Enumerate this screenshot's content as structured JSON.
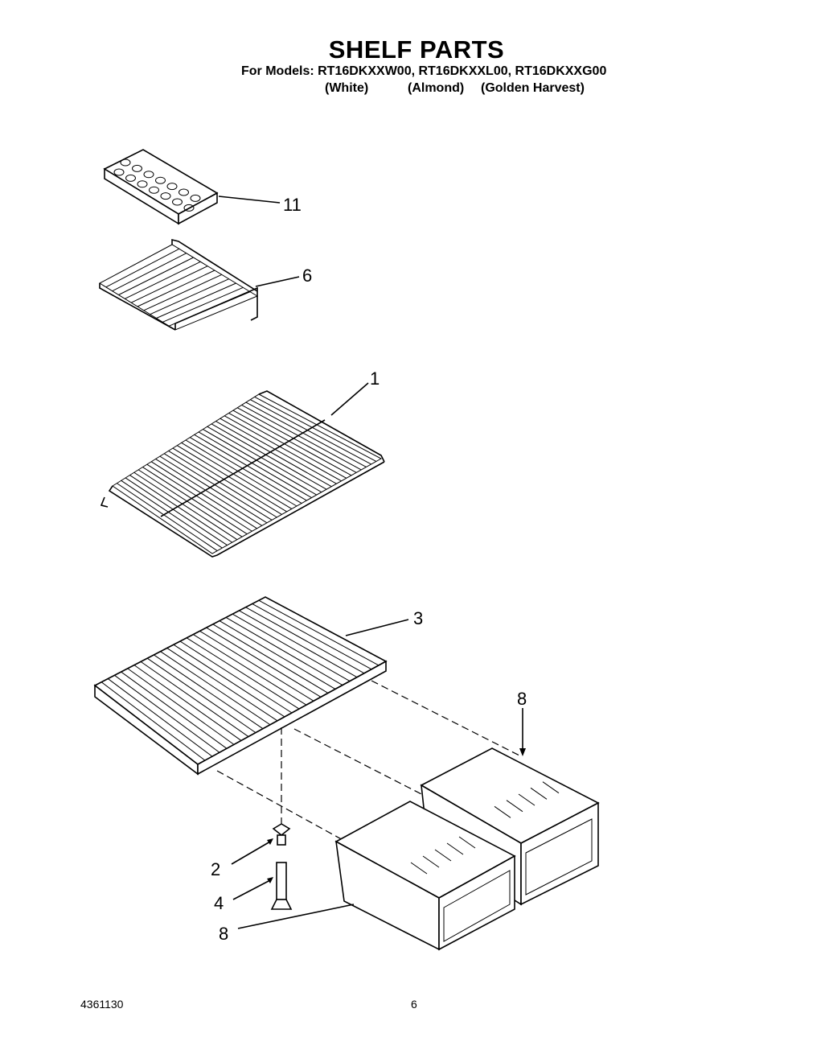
{
  "header": {
    "title": "SHELF PARTS",
    "models_line": "For Models: RT16DKXXW00, RT16DKXXL00, RT16DKXXG00",
    "color_white": "(White)",
    "color_almond": "(Almond)",
    "color_golden": "(Golden Harvest)"
  },
  "callouts": {
    "ice_tray": "11",
    "freezer_shelf": "6",
    "wire_shelf": "1",
    "crisper_cover": "3",
    "crisper_right": "8",
    "cover_support": "2",
    "support_post": "4",
    "crisper_left": "8"
  },
  "footer": {
    "doc_number": "4361130",
    "page_number": "6"
  }
}
